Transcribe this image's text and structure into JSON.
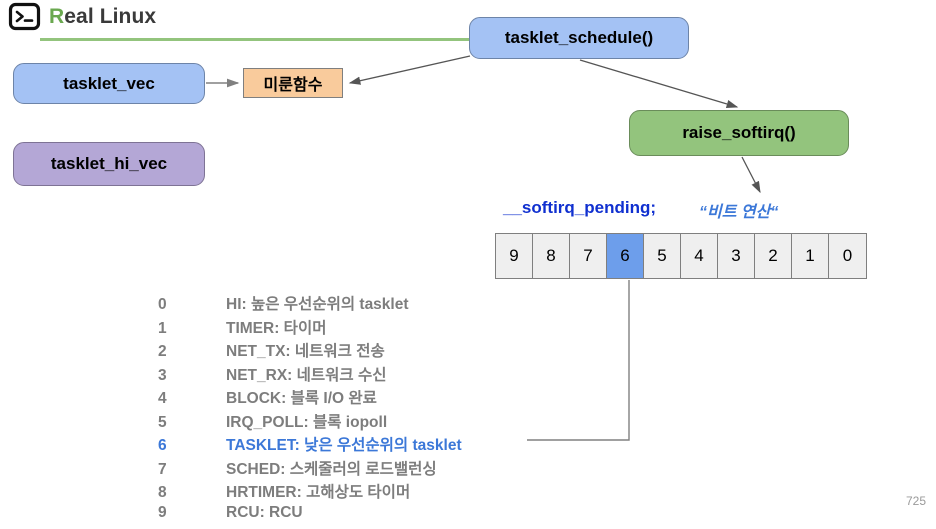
{
  "brand": {
    "icon": "terminal-icon",
    "name_first": "R",
    "name_rest": "eal Linux"
  },
  "nodes": {
    "tasklet_vec": "tasklet_vec",
    "tasklet_hi_vec": "tasklet_hi_vec",
    "mirun_hamsu": "미룬함수",
    "tasklet_schedule": "tasklet_schedule()",
    "raise_softirq": "raise_softirq()"
  },
  "labels": {
    "softirq_pending": "__softirq_pending;",
    "bit_operation": "“비트 연산“"
  },
  "bit_array": {
    "cells": [
      "9",
      "8",
      "7",
      "6",
      "5",
      "4",
      "3",
      "2",
      "1",
      "0"
    ],
    "active_index": 3,
    "active_value": "6"
  },
  "softirq_list": [
    {
      "index": "0",
      "text": "HI: 높은 우선순위의 tasklet",
      "highlight": false
    },
    {
      "index": "1",
      "text": "TIMER: 타이머",
      "highlight": false
    },
    {
      "index": "2",
      "text": "NET_TX: 네트워크 전송",
      "highlight": false
    },
    {
      "index": "3",
      "text": "NET_RX: 네트워크 수신",
      "highlight": false
    },
    {
      "index": "4",
      "text": "BLOCK: 블록 I/O 완료",
      "highlight": false
    },
    {
      "index": "5",
      "text": "IRQ_POLL: 블록 iopoll",
      "highlight": false
    },
    {
      "index": "6",
      "text": "TASKLET: 낮은 우선순위의 tasklet",
      "highlight": true
    },
    {
      "index": "7",
      "text": "SCHED: 스케줄러의 로드밸런싱",
      "highlight": false
    },
    {
      "index": "8",
      "text": "HRTIMER: 고해상도 타이머",
      "highlight": false
    },
    {
      "index": "9",
      "text": "RCU: RCU",
      "highlight": false
    }
  ],
  "page_number": "725",
  "colors": {
    "brand_green": "#6aa84f",
    "rule_green": "#93c47d",
    "box_blue": "#a4c2f4",
    "box_purple": "#b4a7d6",
    "box_green": "#93c47d",
    "box_orange": "#f9cb9c",
    "bit_active": "#6d9eeb",
    "bit_cell": "#efefef",
    "label_blue": "#1030d0",
    "accent_blue": "#3c78d8",
    "list_gray": "#7d7d7d",
    "connector_gray": "#808080"
  }
}
